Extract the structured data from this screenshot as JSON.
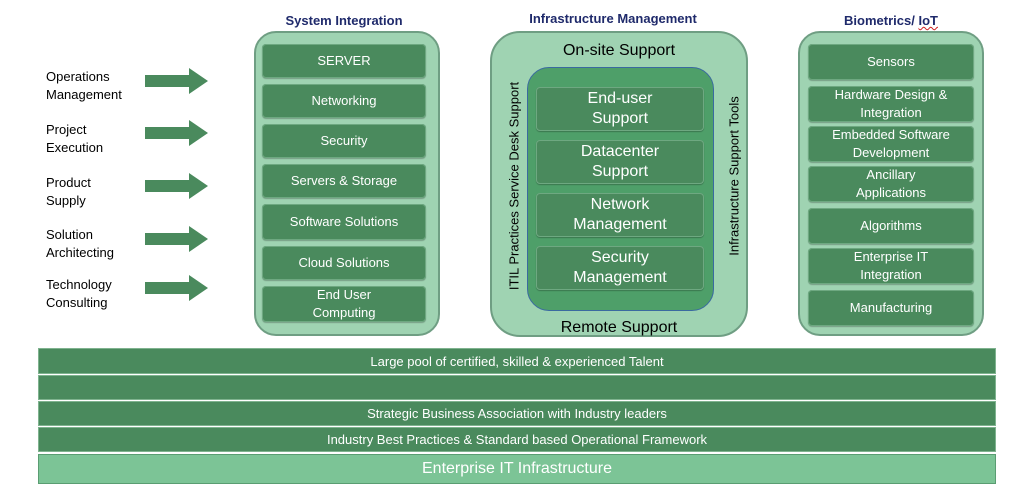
{
  "left_labels": [
    "Operations\nManagement",
    "Project\nExecution",
    "Product\nSupply",
    "Solution\nArchitecting",
    "Technology\nConsulting"
  ],
  "system_integration": {
    "title": "System Integration",
    "items": [
      "SERVER",
      "Networking",
      "Security",
      "Servers & Storage",
      "Software Solutions",
      "Cloud Solutions",
      "End User\nComputing"
    ]
  },
  "infrastructure_management": {
    "title": "Infrastructure Management",
    "top_label": "On-site Support",
    "bottom_label": "Remote Support",
    "left_vertical": "ITIL Practices  Service Desk Support",
    "right_vertical": "Infrastructure Support Tools",
    "items": [
      "End-user\nSupport",
      "Datacenter\nSupport",
      "Network\nManagement",
      "Security\nManagement"
    ]
  },
  "biometrics": {
    "title_main": "Biometrics/ ",
    "title_iot": "IoT",
    "items": [
      "Sensors",
      "Hardware Design &\nIntegration",
      "Embedded Software\nDevelopment",
      "Ancillary\nApplications",
      "Algorithms",
      "Enterprise IT\nIntegration",
      "Manufacturing"
    ]
  },
  "bands": [
    "Large pool of certified, skilled & experienced Talent",
    "",
    "Strategic Business Association with Industry leaders",
    "Industry Best Practices & Standard based Operational Framework"
  ],
  "base": "Enterprise IT Infrastructure",
  "colors": {
    "button": "#4a8a5d",
    "panel": "#9fd3b2",
    "arrow": "#4a8a5d",
    "title": "#1f2a6b"
  }
}
